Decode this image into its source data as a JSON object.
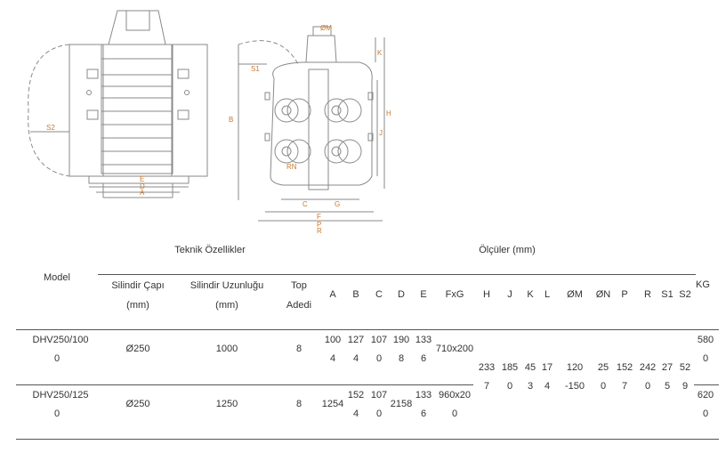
{
  "headers": {
    "technical": "Teknik Özellikler",
    "dimensions": "Ölçüler (mm)",
    "model": "Model",
    "cylinder_diameter": [
      "Silindir Çapı",
      "(mm)"
    ],
    "cylinder_length": [
      "Silindir Uzunluğu",
      "(mm)"
    ],
    "ball_count": [
      "Top",
      "Adedi"
    ],
    "A": "A",
    "B": "B",
    "C": "C",
    "D": "D",
    "E": "E",
    "FxG": "FxG",
    "H": "H",
    "J": "J",
    "K": "K",
    "L": "L",
    "OM": "ØM",
    "ON": "ØN",
    "P": "P",
    "R": "R",
    "S1": "S1",
    "S2": "S2",
    "KG": "KG"
  },
  "rows": [
    {
      "model": [
        "DHV250/100",
        "0"
      ],
      "diameter": "Ø250",
      "length": "1000",
      "balls": "8",
      "A": [
        "100",
        "4"
      ],
      "B": [
        "127",
        "4"
      ],
      "C": [
        "107",
        "0"
      ],
      "D": [
        "190",
        "8"
      ],
      "E": [
        "133",
        "6"
      ],
      "FxG": "710x200",
      "KG": [
        "580",
        "0"
      ]
    },
    {
      "model": [
        "DHV250/125",
        "0"
      ],
      "diameter": "Ø250",
      "length": "1250",
      "balls": "8",
      "A": "1254",
      "B": [
        "152",
        "4"
      ],
      "C": [
        "107",
        "0"
      ],
      "D": "2158",
      "E": [
        "133",
        "6"
      ],
      "FxG": [
        "960x20",
        "0"
      ],
      "KG": [
        "620",
        "0"
      ]
    }
  ],
  "shared": {
    "H": [
      "233",
      "7"
    ],
    "J": [
      "185",
      "0"
    ],
    "K": [
      "45",
      "3"
    ],
    "L": [
      "17",
      "4"
    ],
    "OM": [
      "120",
      "-150"
    ],
    "ON": [
      "25",
      "0"
    ],
    "P": [
      "152",
      "7"
    ],
    "R": [
      "242",
      "0"
    ],
    "S1": [
      "27",
      "5"
    ],
    "S2": [
      "52",
      "9"
    ]
  },
  "drawing_labels": [
    "S2",
    "S1",
    "B",
    "ØM",
    "K",
    "H",
    "J",
    "RN",
    "E",
    "D",
    "A",
    "C",
    "G",
    "F",
    "P",
    "R"
  ]
}
